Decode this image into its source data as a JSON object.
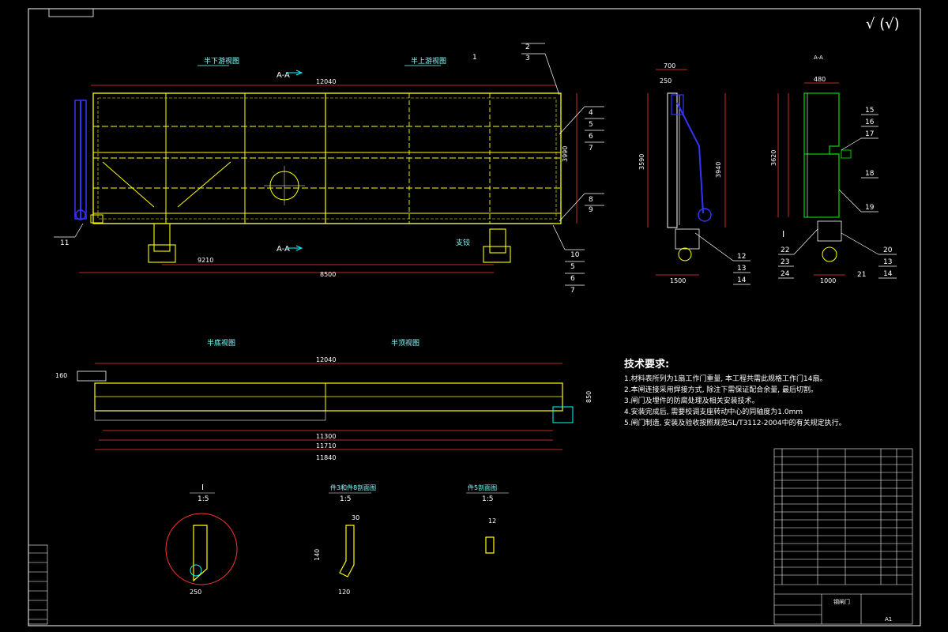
{
  "corner_mark": "√ (√)",
  "views": {
    "half_down": "半下游视图",
    "half_up": "半上游视图",
    "half_bottom": "半底视图",
    "half_top": "半顶视图",
    "side_section": "A-A",
    "detail_I": "I",
    "detail_I_scale": "1:5",
    "detail_2_title": "件3和件8剖面图",
    "detail_2_scale": "1:5",
    "detail_3_title": "件5剖面图",
    "detail_3_scale": "1:5",
    "support_label": "支铰"
  },
  "dims": {
    "top_width": "12040",
    "bottom_width": "12040",
    "d_8500": "8500",
    "d_9210": "9210",
    "d_11300": "11300",
    "d_11710": "11710",
    "d_11840": "11840",
    "side_700": "700",
    "side_250": "250",
    "side_1500": "1500",
    "right_480": "480",
    "right_1000": "1000",
    "h_3990": "3990",
    "h_3590": "3590",
    "h_3940": "3940",
    "h_3620": "3620",
    "d_160": "160",
    "d_250": "250",
    "d_850": "850",
    "d_12": "12",
    "d_30": "30",
    "d_140": "140",
    "d_120": "120"
  },
  "part_numbers_front_right": [
    "1",
    "2",
    "3",
    "4",
    "5",
    "6",
    "7",
    "8",
    "9"
  ],
  "part_numbers_front_bottom": [
    "10",
    "5",
    "6",
    "7"
  ],
  "part_numbers_left": [
    "11"
  ],
  "part_numbers_side": [
    "12",
    "13",
    "14"
  ],
  "part_numbers_right_top": [
    "15",
    "16",
    "17",
    "18",
    "19"
  ],
  "part_numbers_right_bottom": [
    "20",
    "13",
    "14",
    "21",
    "22",
    "23",
    "24"
  ],
  "tech_requirements": {
    "title": "技术要求:",
    "items": [
      "1.材料表所列为1扇工作门重量, 本工程共需此规格工作门14扇。",
      "2.本闸连接采用焊接方式, 除注下需保证配合余量, 最后切割。",
      "3.闸门及埋件的防腐处理及相关安装技术。",
      "4.安装完成后, 需要校调支座转动中心的同轴度为1.0mm",
      "5.闸门制造, 安装及验收按照规范SL/T3112-2004中的有关规定执行。"
    ]
  },
  "title_block": {
    "drawing_title": "钢闸门",
    "sheet": "A1"
  },
  "colors": {
    "yellow": "#ffff00",
    "cyan": "#00ffff",
    "blue": "#3333ff",
    "green": "#00cc00",
    "red": "#ff2222",
    "white": "#ffffff"
  }
}
